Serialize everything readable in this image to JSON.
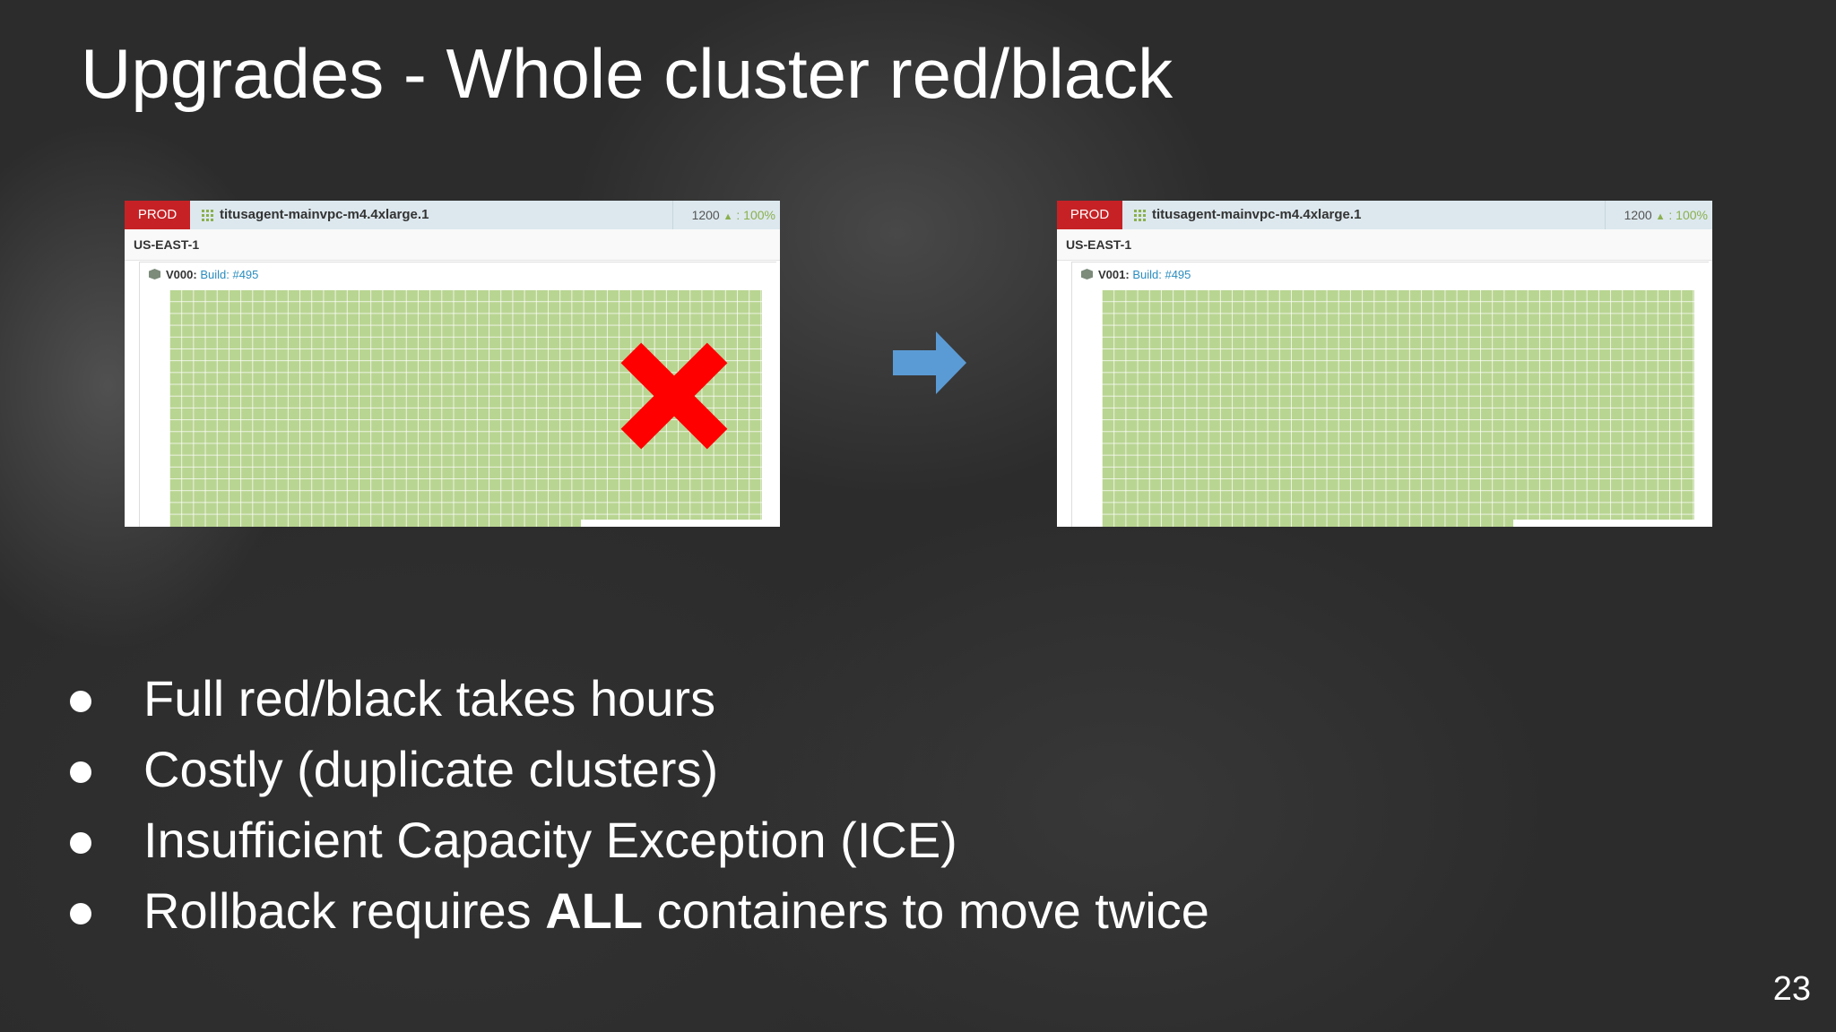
{
  "slide": {
    "title": "Upgrades - Whole cluster red/black",
    "page_number": "23"
  },
  "panels": [
    {
      "env": "PROD",
      "cluster": "titusagent-mainvpc-m4.4xlarge.1",
      "count": "1200",
      "count_pct": ": 100%",
      "region": "US-EAST-1",
      "version": "V000",
      "build": "Build: #495",
      "status_mark": "red-x-icon"
    },
    {
      "env": "PROD",
      "cluster": "titusagent-mainvpc-m4.4xlarge.1",
      "count": "1200",
      "count_pct": ": 100%",
      "region": "US-EAST-1",
      "version": "V001",
      "build": "Build: #495"
    }
  ],
  "transition_icon": "right-arrow-icon",
  "bullets": [
    {
      "text": "Full red/black takes hours"
    },
    {
      "text": "Costly (duplicate clusters)"
    },
    {
      "text": "Insufficient Capacity Exception (ICE)"
    },
    {
      "pre": "Rollback requires ",
      "bold": "ALL",
      "post": " containers to move twice"
    }
  ],
  "colors": {
    "prod_badge": "#c62226",
    "instance_fill": "#b9d592",
    "x_mark": "#ff0000",
    "arrow": "#5b9bd5"
  }
}
